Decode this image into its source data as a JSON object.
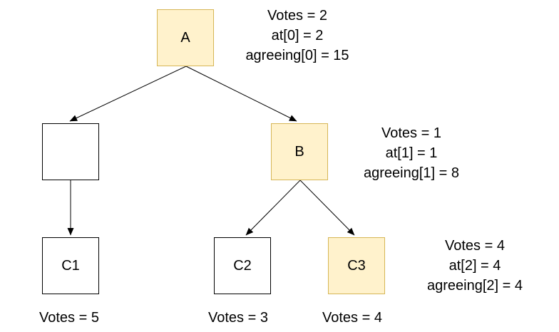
{
  "nodes": {
    "a": {
      "label": "A"
    },
    "blank": {
      "label": ""
    },
    "b": {
      "label": "B"
    },
    "c1": {
      "label": "C1"
    },
    "c2": {
      "label": "C2"
    },
    "c3": {
      "label": "C3"
    }
  },
  "edges": [
    {
      "from": "a",
      "to": "blank"
    },
    {
      "from": "a",
      "to": "b"
    },
    {
      "from": "blank",
      "to": "c1"
    },
    {
      "from": "b",
      "to": "c2"
    },
    {
      "from": "b",
      "to": "c3"
    }
  ],
  "annotations": {
    "a": {
      "lines": [
        "Votes = 2",
        "at[0] = 2",
        "agreeing[0] = 15"
      ]
    },
    "b": {
      "lines": [
        "Votes = 1",
        "at[1] = 1",
        "agreeing[1] = 8"
      ]
    },
    "c3": {
      "lines": [
        "Votes = 4",
        "at[2] = 4",
        "agreeing[2] = 4"
      ]
    }
  },
  "vote_labels": {
    "c1": "Votes = 5",
    "c2": "Votes = 3",
    "c3": "Votes = 4"
  },
  "colors": {
    "highlight_fill": "#FFF2CC",
    "highlight_stroke": "#D6B656",
    "plain_fill": "#FFFFFF",
    "plain_stroke": "#000000",
    "edge": "#000000",
    "background": "#FFFFFF"
  }
}
